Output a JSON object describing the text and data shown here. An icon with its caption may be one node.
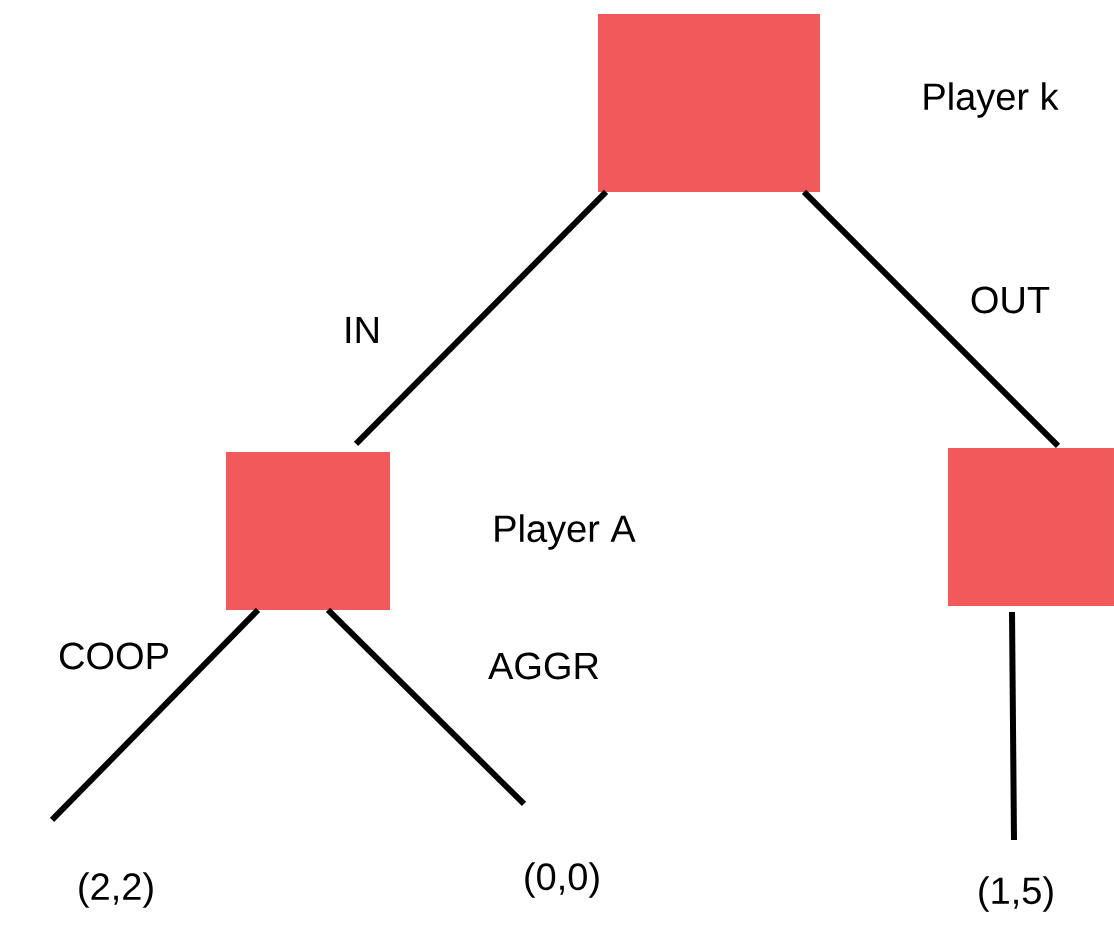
{
  "diagram": {
    "nodes": [
      {
        "text": [],
        "shape": "box",
        "beside": [
          "Player k"
        ]
      },
      {
        "text": [],
        "shape": "box",
        "beside": [
          "Player A"
        ]
      },
      {
        "text": [],
        "shape": "box"
      },
      {
        "text": [
          "(2,2)"
        ]
      },
      {
        "text": [
          "(0,0)"
        ]
      },
      {
        "text": [
          "(1,5)"
        ]
      }
    ],
    "edges": [
      {
        "from": 0,
        "to": 1,
        "arrow": "none",
        "label": "IN"
      },
      {
        "from": 0,
        "to": 2,
        "arrow": "none",
        "label": "OUT"
      },
      {
        "from": 1,
        "to": 3,
        "arrow": "none",
        "label": "COOP"
      },
      {
        "from": 1,
        "to": 4,
        "arrow": "none",
        "label": "AGGR"
      },
      {
        "from": 2,
        "to": 5,
        "arrow": "none"
      }
    ]
  }
}
